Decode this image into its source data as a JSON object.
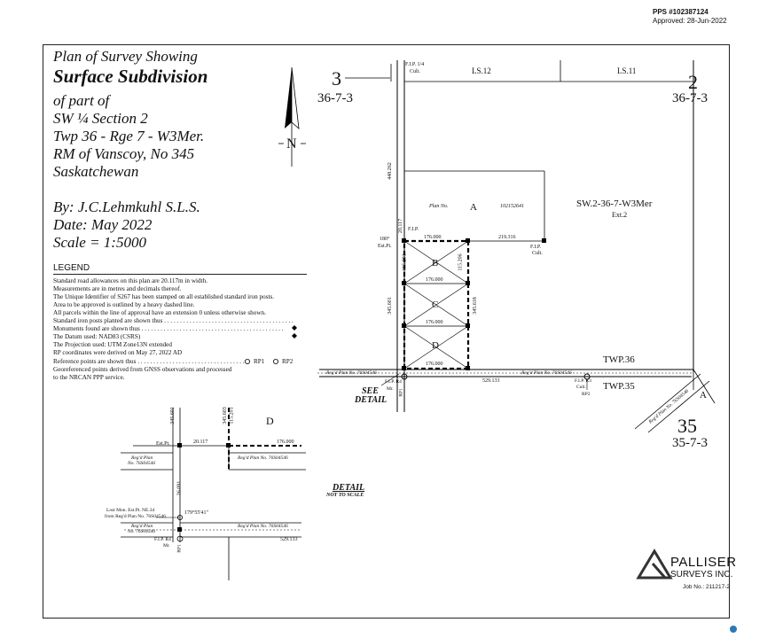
{
  "header": {
    "pps": "PPS #102387124",
    "approved": "Approved: 28-Jun-2022"
  },
  "title": {
    "line1": "Plan of Survey Showing",
    "line2": "Surface Subdivision",
    "desc": [
      "of part of",
      "SW ¼ Section 2",
      "Twp 36 - Rge 7 - W3Mer.",
      "RM of Vanscoy, No 345",
      "Saskatchewan"
    ],
    "by": "By: J.C.Lehmkuhl S.L.S.",
    "date": "Date: May 2022",
    "scale": "Scale = 1:5000"
  },
  "legend": {
    "heading": "LEGEND",
    "lines": [
      "Standard road allowances on this plan are 20.117m in width.",
      "Measurements are in metres and decimals thereof.",
      "The Unique Identifier of S267 has been stamped on all established standard iron posts.",
      "Area to be approved is outlined by a heavy dashed line.",
      "All parcels within the line of approval have an extension 0 unless otherwise shown.",
      "Standard iron posts planted are shown thus  . . . . . . . . . . . . . . . . . . . . . . . . . . . . . . . . . . . . . . . . .",
      "Monuments found are shown thus  . . . . . . . . . . . . . . . . . . . . . . . . . . . . . . . . . . . . . . . . . . . . .",
      "The Datum used:  NAD83 (CSRS)",
      "The Projection used:  UTM Zone13N extended",
      "RP coordinates were derived on May 27, 2022 AD",
      "Reference points are shown thus  . . . . . . . . . . . . . . . . . . . . . . . . . . . . . . . . . .",
      "Georeferenced points derived from GNSS observations and processed",
      "      to the NRCAN PPP service."
    ],
    "rp1": "RP1",
    "rp2": "RP2"
  },
  "north": "N",
  "sections": {
    "s3": "3",
    "s3sub": "36-7-3",
    "s2": "2",
    "s2sub": "36-7-3",
    "s35": "35",
    "s35sub": "35-7-3"
  },
  "labels": {
    "ls12": "LS.12",
    "ls11": "LS.11",
    "sw2": "SW.2-36-7-W3Mer",
    "ext2": "Ext.2",
    "planNo": "Plan No.",
    "planNum": "102152641",
    "parcelA": "A",
    "parcelB": "B",
    "parcelC": "C",
    "parcelD": "D",
    "twp36": "TWP.36",
    "twp35": "TWP.35",
    "fip14": "F.I.P. 1/4",
    "cult": "Cult.",
    "fip": "F.I.P.",
    "fip2": "F.I.P.",
    "cult2": "Cult.",
    "d448": "448.262",
    "d176a": "176.000",
    "d176b": "176.000",
    "d176c": "176.000",
    "d176d": "176.000",
    "d219": "219.316",
    "d529": "529.133",
    "d20117": "20.117",
    "d345": "345.601",
    "d345b": "345.618",
    "d11529a": "115.201",
    "d11529b": "115.206",
    "regPlanL": "Reg'd Plan No. 76S04546",
    "regPlanR": "Reg'd Plan No. 76S04546",
    "regPlanDiag": "Reg'd Plan No. 76S04546",
    "seeDetail1": "SEE",
    "seeDetail2": "DETAIL",
    "estPt": "Est.Pt.",
    "deg180": "180°",
    "fipR4": "F.I.P. R4",
    "mr": "Mr.",
    "rp1": "RP1",
    "fipR3": "F.I.P. R3",
    "cult3": "Cult.",
    "rp2": "RP2",
    "parcelA2": "A"
  },
  "detail": {
    "title": "DETAIL",
    "subtitle": "NOT TO SCALE",
    "d345a": "345.601",
    "d345b": "345.603",
    "d115": "115.201",
    "parcelD": "D",
    "estPt": "Est.Pt.",
    "d20117": "20.117",
    "d176": "176.000",
    "regPlan1": "Reg'd Plan",
    "regPlan1b": "No. 76S04546",
    "regPlan2": "Reg'd Plan No. 76S04546",
    "d26091": "26.091",
    "lostMon1": "Lost Mon. Est.Pt. NE.34",
    "lostMon2": "from Reg'd Plan No. 76S04546",
    "angle": "179°55'41\"",
    "regPlan3": "Reg'd Plan",
    "regPlan3b": "No. 76S04546",
    "regPlan4": "Reg'd Plan No. 76S04546",
    "d529": "529.133",
    "fipR4": "F.I.P. R4",
    "mr": "Mr.",
    "rp1": "RP1"
  },
  "company": {
    "name": "PALLISER",
    "sub": "SURVEYS INC.",
    "job": "Job No.:  211217-2"
  }
}
